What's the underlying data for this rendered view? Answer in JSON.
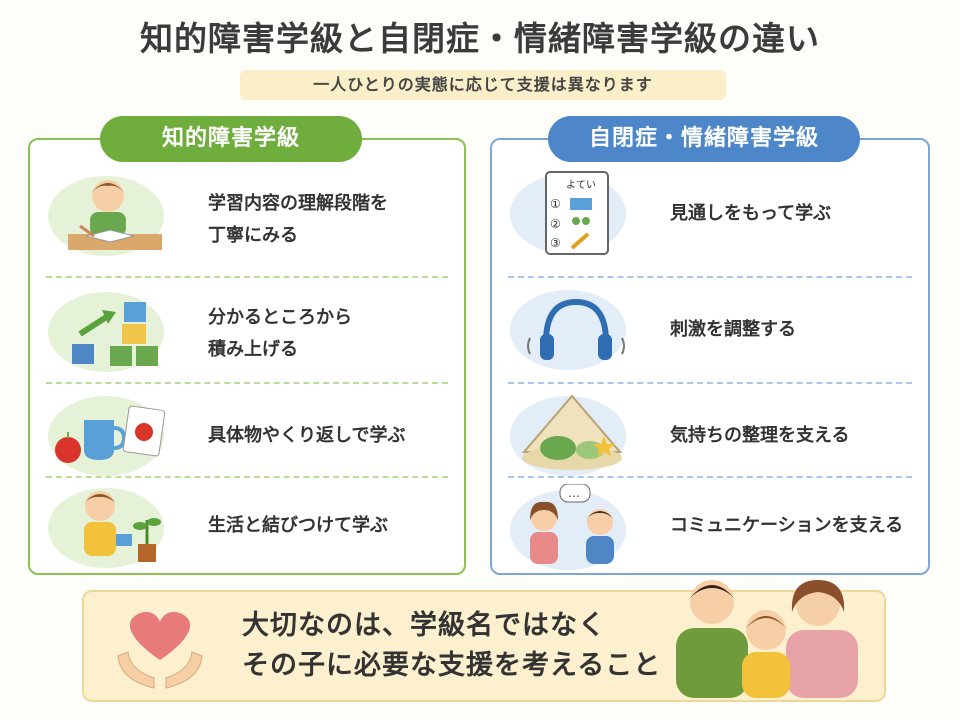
{
  "title": "知的障害学級と自閉症・情緒障害学級の違い",
  "subtitle": "一人ひとりの実態に応じて支援は異なります",
  "left": {
    "heading": "知的障害学級",
    "items": [
      {
        "text": "学習内容の理解段階を\n丁寧にみる",
        "icon": "child-studying-icon"
      },
      {
        "text": "分かるところから\n積み上げる",
        "icon": "stacked-blocks-icon"
      },
      {
        "text": "具体物やくり返しで学ぶ",
        "icon": "apple-cup-card-icon"
      },
      {
        "text": "生活と結びつけて学ぶ",
        "icon": "child-watering-plant-icon"
      }
    ]
  },
  "right": {
    "heading": "自閉症・情緒障害学級",
    "schedule": {
      "label": "よてい",
      "n1": "①",
      "n2": "②",
      "n3": "③"
    },
    "items": [
      {
        "text": "見通しをもって学ぶ",
        "icon": "schedule-board-icon"
      },
      {
        "text": "刺激を調整する",
        "icon": "headphones-icon"
      },
      {
        "text": "気持ちの整理を支える",
        "icon": "calm-down-tent-icon"
      },
      {
        "text": "コミュニケーションを支える",
        "icon": "children-talking-icon"
      }
    ]
  },
  "bottom": {
    "message": "大切なのは、学級名ではなく\nその子に必要な支援を考えること",
    "speech": "…"
  },
  "colors": {
    "green": "#6fae3c",
    "blue": "#4d86c9",
    "cream": "#fcf0cf"
  }
}
